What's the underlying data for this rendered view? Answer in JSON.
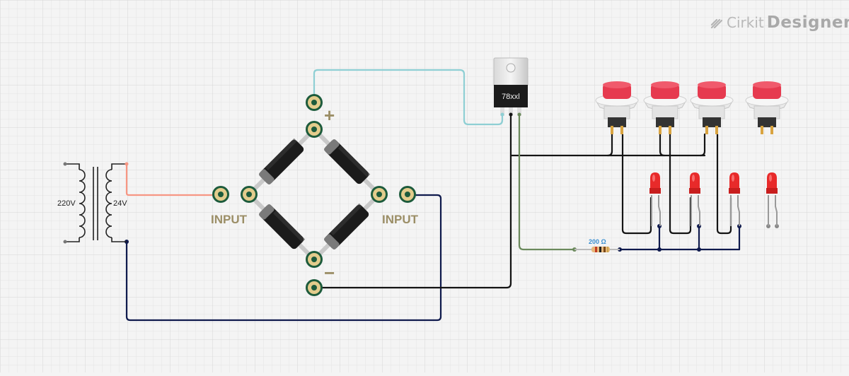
{
  "brand": {
    "name_light": "Cirkit",
    "name_bold": "Designer"
  },
  "transformer": {
    "primary_label": "220V",
    "secondary_label": "24V"
  },
  "bridge": {
    "plus_symbol": "+",
    "minus_symbol": "−",
    "left_input_label": "INPUT",
    "right_input_label": "INPUT"
  },
  "regulator": {
    "label": "78xxl"
  },
  "resistor": {
    "label": "200 Ω"
  },
  "buttons_count": 4,
  "leds_count": 4,
  "colors": {
    "grid": "#e0e0e0",
    "wire_cyan": "#8ecfd4",
    "wire_salmon": "#f79683",
    "wire_navy": "#0f1a4d",
    "wire_black": "#141414",
    "wire_green": "#6b8a5c",
    "pad_gold": "#e3cc8c",
    "pad_green": "#1d5b3c",
    "bridge_text": "#9b8e66",
    "button_red": "#e63a4f",
    "led_red": "#e82a2a",
    "resistor_label": "#3a8fd1"
  }
}
